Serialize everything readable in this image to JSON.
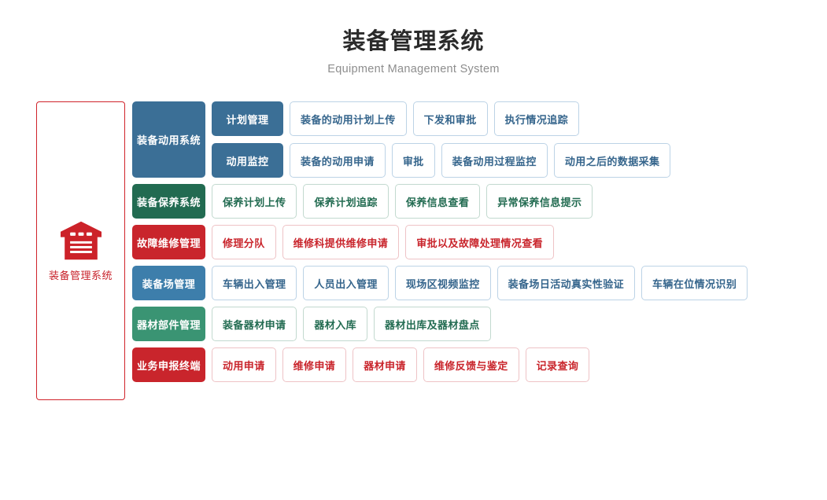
{
  "header": {
    "title_cn": "装备管理系统",
    "title_en": "Equipment Management System"
  },
  "brand": {
    "label": "装备管理系统",
    "icon": "warehouse-icon",
    "color": "#c8232c"
  },
  "colors": {
    "blue_dark": "#3b6f96",
    "blue": "#3d7eab",
    "green_dark": "#226b51",
    "green": "#3a9473",
    "red": "#c9252c",
    "border_blue": "#bcd3e6",
    "border_green": "#c2d9cf",
    "border_red": "#eec3c6",
    "title": "#2b2b2b",
    "subtitle": "#8d8d8d"
  },
  "rows": [
    {
      "category": "装备动用系统",
      "theme": "blue-dark",
      "tall": true,
      "subrows": [
        {
          "subcategory": "计划管理",
          "leaves": [
            "装备的动用计划上传",
            "下发和审批",
            "执行情况追踪"
          ]
        },
        {
          "subcategory": "动用监控",
          "leaves": [
            "装备的动用申请",
            "审批",
            "装备动用过程监控",
            "动用之后的数据采集"
          ]
        }
      ]
    },
    {
      "category": "装备保养系统",
      "theme": "green-dark",
      "tall": false,
      "leaves": [
        "保养计划上传",
        "保养计划追踪",
        "保养信息查看",
        "异常保养信息提示"
      ]
    },
    {
      "category": "故障维修管理",
      "theme": "red",
      "tall": false,
      "leaves": [
        "修理分队",
        "维修科提供维修申请",
        "审批以及故障处理情况查看"
      ]
    },
    {
      "category": "装备场管理",
      "theme": "blue",
      "tall": false,
      "leaves": [
        "车辆出入管理",
        "人员出入管理",
        "现场区视频监控",
        "装备场日活动真实性验证",
        "车辆在位情况识别"
      ]
    },
    {
      "category": "器材部件管理",
      "theme": "green",
      "tall": false,
      "leaves": [
        "装备器材申请",
        "器材入库",
        "器材出库及器材盘点"
      ]
    },
    {
      "category": "业务申报终端",
      "theme": "red",
      "tall": false,
      "leaves": [
        "动用申请",
        "维修申请",
        "器材申请",
        "维修反馈与鉴定",
        "记录查询"
      ]
    }
  ]
}
